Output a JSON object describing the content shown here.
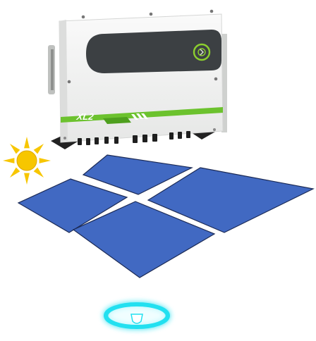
{
  "inverter": {
    "model_label": "XL2",
    "body_color": "#f2f3f2",
    "stripe_color": "#6cc22e",
    "display_color": "#3c4043",
    "indicator_color": "#8ccf2e"
  },
  "solar_array": {
    "panel_color": "#4169c2",
    "panel_count": 4
  },
  "sun": {
    "color": "#f7c600",
    "ray_count": 8
  },
  "ground_point": {
    "glow_color": "#23e0f0"
  },
  "icons": [
    "sun-icon",
    "inverter-icon",
    "solar-panel-icon",
    "ground-marker-icon"
  ]
}
